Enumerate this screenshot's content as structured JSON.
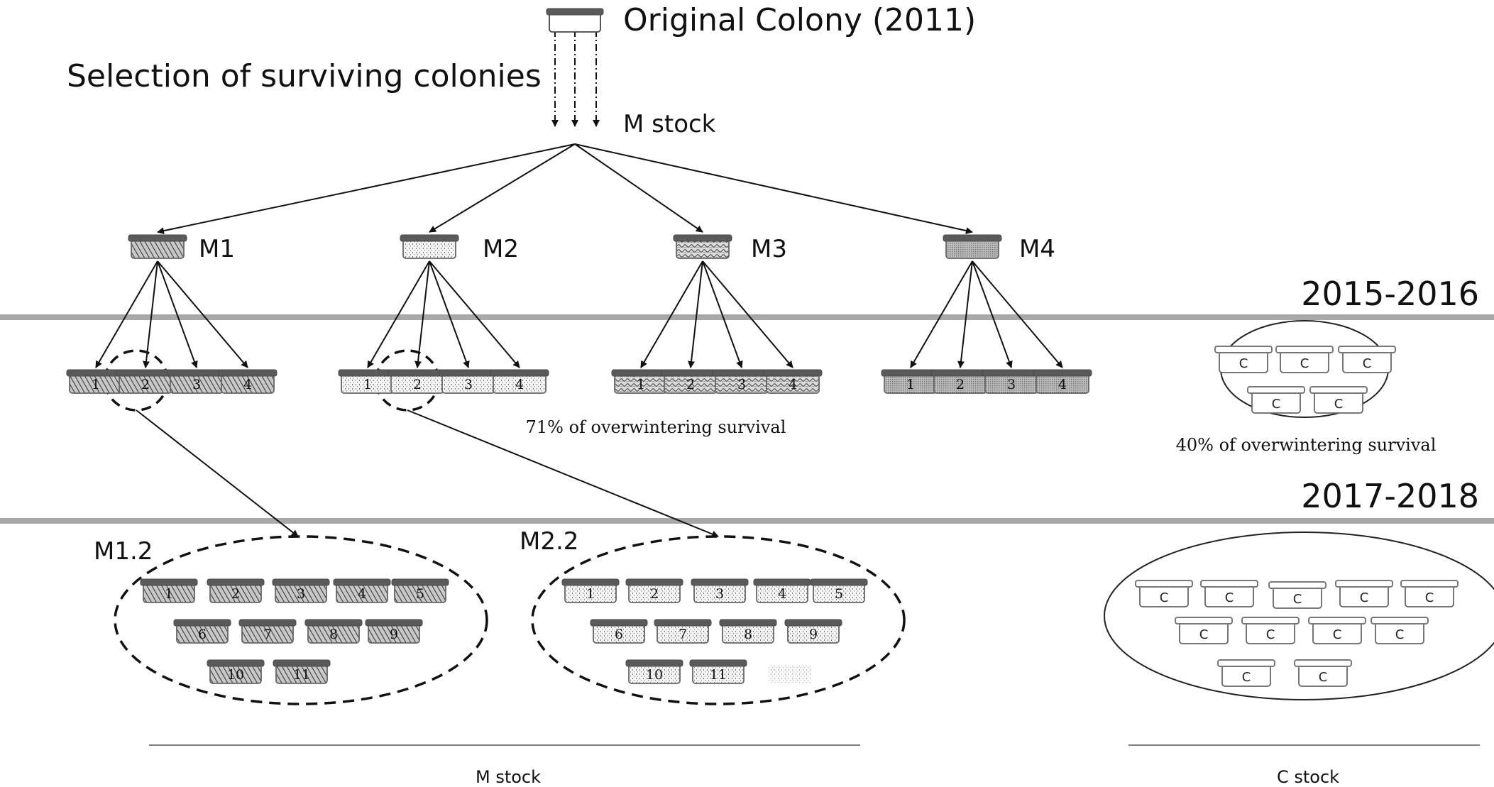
{
  "header": {
    "original_colony": "Original Colony (2011)",
    "selection": "Selection of surviving colonies",
    "m_stock": "M stock"
  },
  "lineages": [
    {
      "label": "M1",
      "pattern": "diag"
    },
    {
      "label": "M2",
      "pattern": "dots"
    },
    {
      "label": "M3",
      "pattern": "swirl"
    },
    {
      "label": "M4",
      "pattern": "fine"
    }
  ],
  "sub_colonies": [
    "1",
    "2",
    "3",
    "4"
  ],
  "periods": [
    "2015-2016",
    "2017-2018"
  ],
  "survival": {
    "m_stock": "71% of overwintering survival",
    "c_stock": "40% of overwintering survival"
  },
  "control_label": "C",
  "selected": [
    {
      "label": "M1.2",
      "rows": [
        [
          "1",
          "2",
          "3",
          "4",
          "5"
        ],
        [
          "6",
          "7",
          "8",
          "9"
        ],
        [
          "10",
          "11"
        ]
      ]
    },
    {
      "label": "M2.2",
      "rows": [
        [
          "1",
          "2",
          "3",
          "4",
          "5"
        ],
        [
          "6",
          "7",
          "8",
          "9"
        ],
        [
          "10",
          "11"
        ]
      ]
    }
  ],
  "footer": {
    "m_stock": "M stock",
    "c_stock": "C  stock"
  }
}
